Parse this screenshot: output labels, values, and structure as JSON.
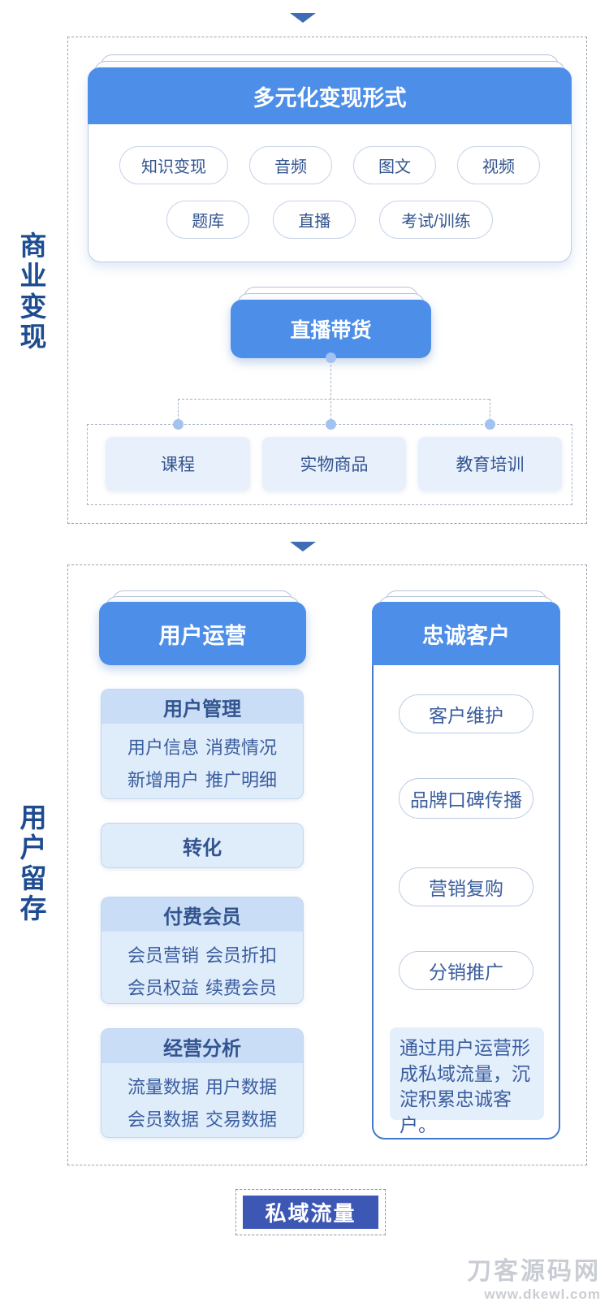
{
  "colors": {
    "header_blue": "#4D8EE8",
    "side_label_blue": "#1E4C90",
    "pill_text_blue": "#33548F",
    "body_text_blue": "#3A5D9E",
    "leaf_bg": "#E7F0FB",
    "subcard_header_bg": "#C9DEF6",
    "subcard_body_bg": "#DFECFA",
    "note_bg": "#E4EFFC",
    "loyal_border_blue": "#4379CC",
    "footer_button_blue": "#3D57B4",
    "triangle_blue": "#3E6DB5"
  },
  "monetization": {
    "side_label": "商业变现",
    "main_card": {
      "title": "多元化变现形式",
      "pills_row1": [
        "知识变现",
        "音频",
        "图文",
        "视频"
      ],
      "pills_row2": [
        "题库",
        "直播",
        "考试/训练"
      ]
    },
    "hub_card": {
      "title": "直播带货"
    },
    "channels": [
      "课程",
      "实物商品",
      "教育培训"
    ]
  },
  "retention": {
    "side_label": "用户留存",
    "left_column": {
      "header": "用户运营",
      "cards": [
        {
          "title": "用户管理",
          "items": [
            "用户信息",
            "消费情况",
            "新增用户",
            "推广明细"
          ]
        },
        {
          "title": "转化"
        },
        {
          "title": "付费会员",
          "items": [
            "会员营销",
            "会员折扣",
            "会员权益",
            "续费会员"
          ]
        },
        {
          "title": "经营分析",
          "items": [
            "流量数据",
            "用户数据",
            "会员数据",
            "交易数据"
          ]
        }
      ]
    },
    "right_column": {
      "header": "忠诚客户",
      "pills": [
        "客户维护",
        "品牌口碑传播",
        "营销复购",
        "分销推广"
      ],
      "note": "通过用户运营形成私域流量，沉淀积累忠诚客户。"
    }
  },
  "footer": {
    "button": "私域流量"
  },
  "watermark": {
    "line1": "刀客源码网",
    "line2": "www.dkewl.com"
  }
}
